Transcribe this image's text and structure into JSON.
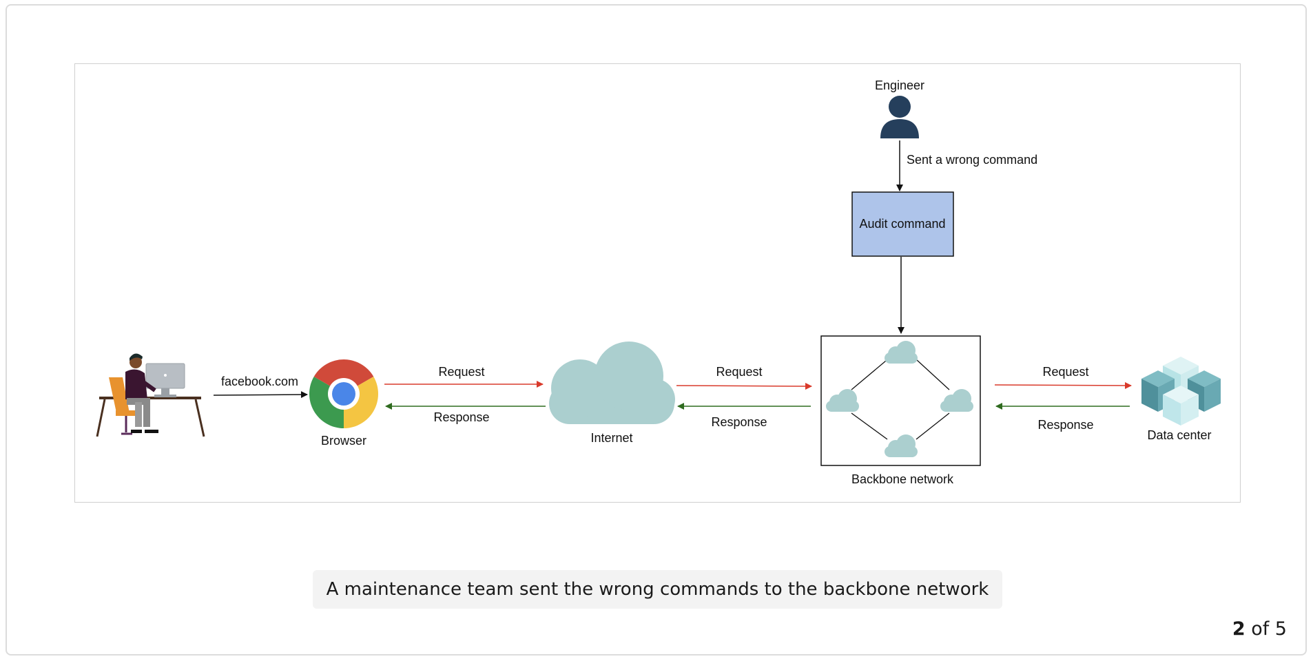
{
  "diagram": {
    "nodes": {
      "user": "",
      "browser": "Browser",
      "internet": "Internet",
      "backbone": "Backbone network",
      "datacenter": "Data center",
      "engineer": "Engineer",
      "audit": "Audit command"
    },
    "edges": {
      "user_to_browser": "facebook.com",
      "browser_request": "Request",
      "browser_response": "Response",
      "internet_request": "Request",
      "internet_response": "Response",
      "backbone_request": "Request",
      "backbone_response": "Response",
      "engineer_to_audit": "Sent a wrong command"
    },
    "colors": {
      "request_arrow": "#d93a2b",
      "response_arrow": "#2f6b1f",
      "cloud": "#abcfcf",
      "audit_fill": "#aec4ea",
      "engineer": "#253f5c"
    }
  },
  "caption": "A maintenance team sent the wrong commands to the backbone network",
  "pager": {
    "current": "2",
    "of_text": "of 5"
  }
}
